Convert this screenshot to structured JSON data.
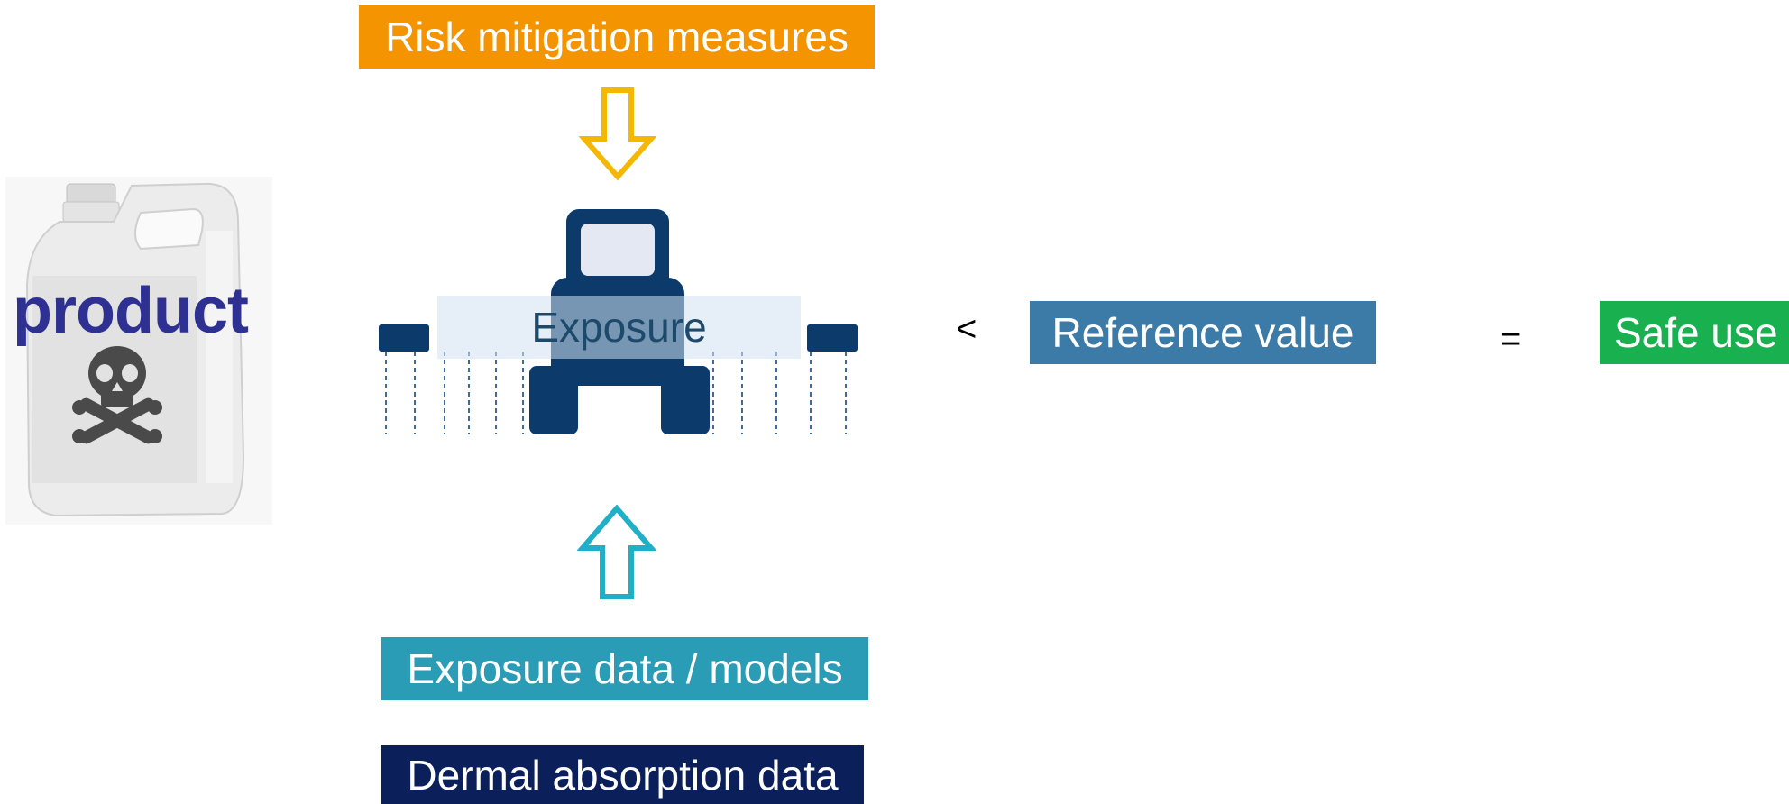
{
  "product": {
    "label": "product"
  },
  "risk_mitigation": {
    "label": "Risk mitigation measures"
  },
  "exposure": {
    "label": "Exposure"
  },
  "exposure_data": {
    "label": "Exposure data / models"
  },
  "dermal_absorption": {
    "label": "Dermal absorption data"
  },
  "comparison": {
    "operator": "<"
  },
  "reference_value": {
    "label": "Reference value"
  },
  "result": {
    "operator": "=",
    "label": "Safe use"
  },
  "colors": {
    "risk_mitigation": "#f39400",
    "exposure_data": "#2b9cb5",
    "dermal_absorption": "#0b1f5b",
    "reference_value": "#3c7aa7",
    "safe_use": "#19b050",
    "product_text": "#2e3192",
    "sprayer": "#0b3a6b",
    "arrow_down": "#f5b800",
    "arrow_up": "#1fb0c8"
  },
  "icons": [
    "chemical-jug-icon",
    "skull-crossbones-icon",
    "tractor-sprayer-icon",
    "arrow-down-icon",
    "arrow-up-icon"
  ]
}
